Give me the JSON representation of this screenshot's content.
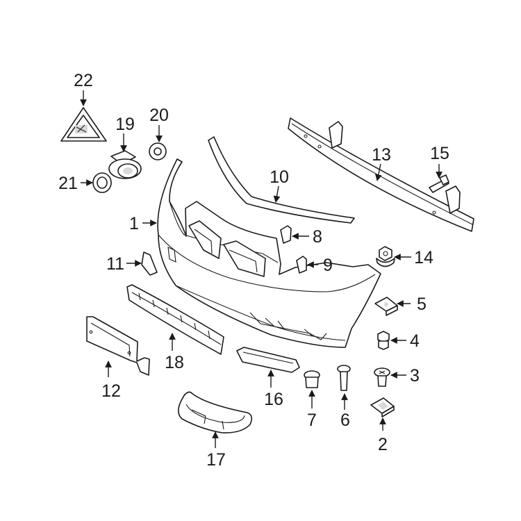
{
  "diagram": {
    "callouts": [
      {
        "id": "1",
        "label": "1"
      },
      {
        "id": "2",
        "label": "2"
      },
      {
        "id": "3",
        "label": "3"
      },
      {
        "id": "4",
        "label": "4"
      },
      {
        "id": "5",
        "label": "5"
      },
      {
        "id": "6",
        "label": "6"
      },
      {
        "id": "7",
        "label": "7"
      },
      {
        "id": "8",
        "label": "8"
      },
      {
        "id": "9",
        "label": "9"
      },
      {
        "id": "10",
        "label": "10"
      },
      {
        "id": "11",
        "label": "11"
      },
      {
        "id": "12",
        "label": "12"
      },
      {
        "id": "13",
        "label": "13"
      },
      {
        "id": "14",
        "label": "14"
      },
      {
        "id": "15",
        "label": "15"
      },
      {
        "id": "16",
        "label": "16"
      },
      {
        "id": "17",
        "label": "17"
      },
      {
        "id": "18",
        "label": "18"
      },
      {
        "id": "19",
        "label": "19"
      },
      {
        "id": "20",
        "label": "20"
      },
      {
        "id": "21",
        "label": "21"
      },
      {
        "id": "22",
        "label": "22"
      }
    ],
    "colors": {
      "line": "#1a1a1a",
      "background": "#ffffff",
      "shade": "#d9d9d9"
    }
  }
}
